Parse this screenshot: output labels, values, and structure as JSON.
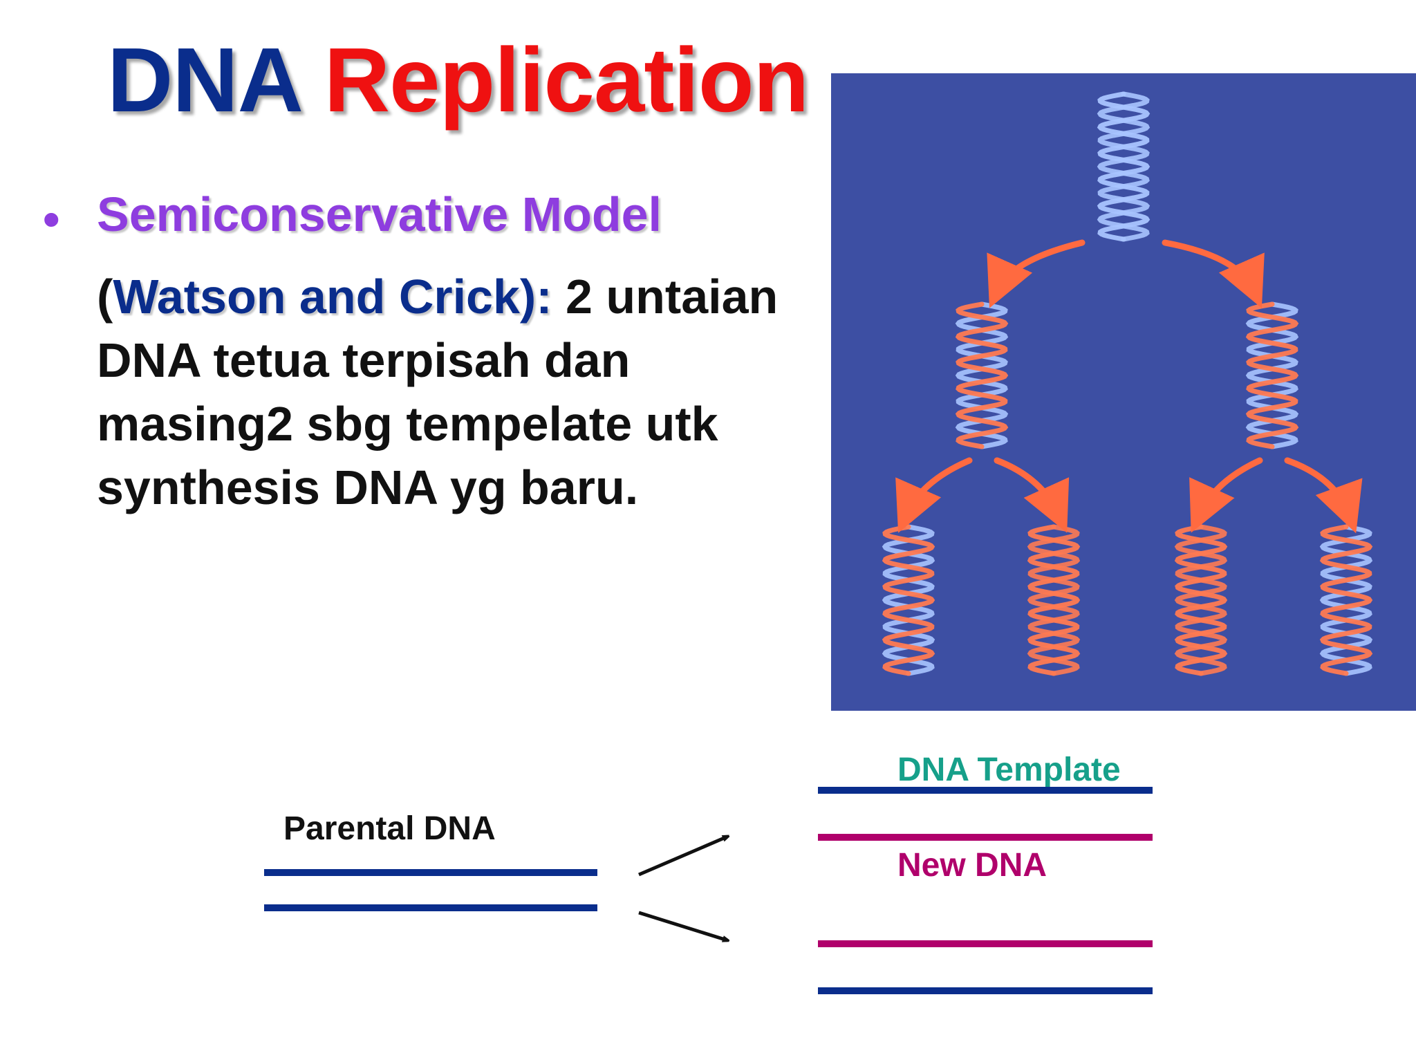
{
  "slide": {
    "title_part1": "DNA",
    "title_part2": "Replication",
    "bullet_symbol": "•",
    "bullet_heading": "Semiconservative Model",
    "body_paren_open": "(",
    "body_authors": "Watson and Crick):",
    "body_text": " 2 untaian DNA tetua terpisah dan masing2 sbg tempelate utk synthesis DNA yg baru."
  },
  "strand_diagram": {
    "parental_label": "Parental DNA",
    "template_label": "DNA Template",
    "new_label": "New DNA"
  },
  "colors": {
    "title_dna": "#0a2d8c",
    "title_replication": "#ef1111",
    "heading": "#8e3ddf",
    "figure_background": "#3d4fa3",
    "old_strand": "#a9c4ff",
    "new_strand": "#ff7a52",
    "arrow": "#ff6a40",
    "parental_strand": "#0a2d8c",
    "new_dna_strand": "#b0006b",
    "template_label": "#16a08a"
  },
  "figure": {
    "description_icon": "double-helix-icon",
    "arrow_icon": "curved-arrow-icon"
  }
}
